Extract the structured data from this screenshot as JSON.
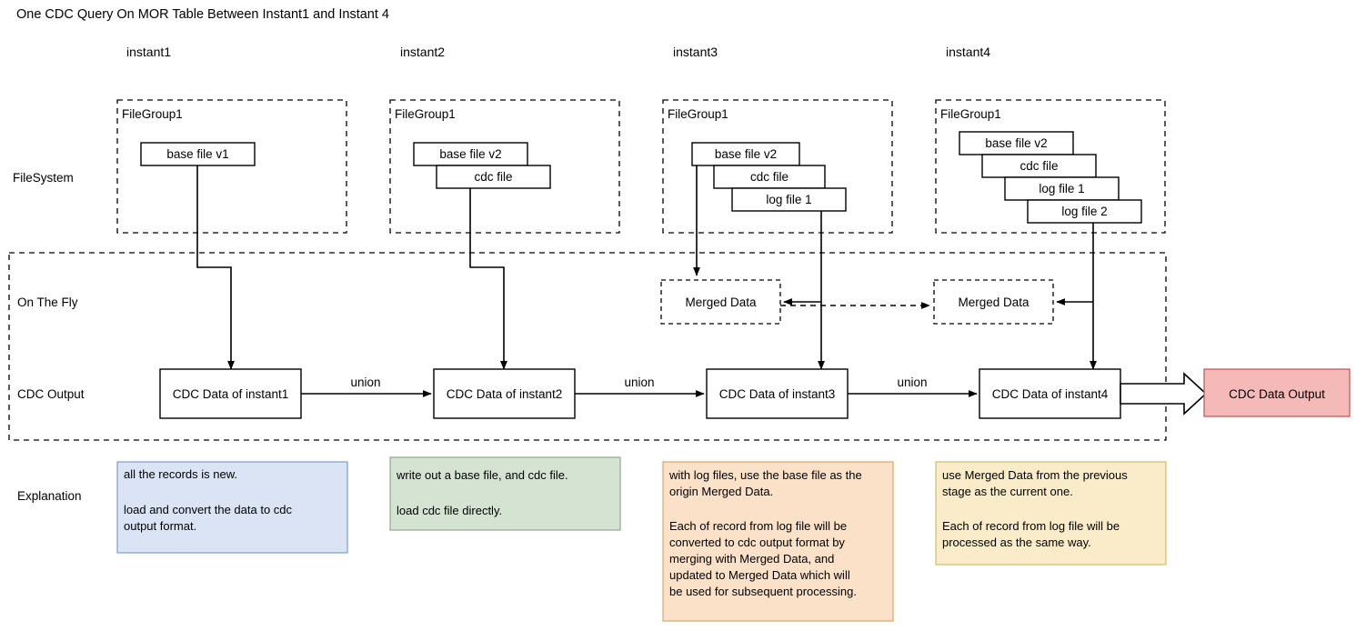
{
  "title": "One CDC Query On MOR Table Between Instant1 and Instant 4",
  "columns": [
    {
      "header": "instant1"
    },
    {
      "header": "instant2"
    },
    {
      "header": "instant3"
    },
    {
      "header": "instant4"
    }
  ],
  "row_labels": {
    "filesystem": "FileSystem",
    "on_the_fly": "On The Fly",
    "cdc_output": "CDC Output",
    "explanation": "Explanation"
  },
  "filesystem": {
    "group_label": "FileGroup1",
    "groups": [
      {
        "label": "FileGroup1",
        "files": [
          "base file v1"
        ]
      },
      {
        "label": "FileGroup1",
        "files": [
          "base file v2",
          "cdc file"
        ]
      },
      {
        "label": "FileGroup1",
        "files": [
          "base file v2",
          "cdc file",
          "log file 1"
        ]
      },
      {
        "label": "FileGroup1",
        "files": [
          "base file v2",
          "cdc file",
          "log file 1",
          "log file 2"
        ]
      }
    ]
  },
  "on_the_fly": {
    "merged_data_3": "Merged Data",
    "merged_data_4": "Merged Data"
  },
  "cdc_output": {
    "nodes": [
      "CDC Data of instant1",
      "CDC Data of instant2",
      "CDC Data of instant3",
      "CDC Data of instant4"
    ],
    "edge_labels": [
      "union",
      "union",
      "union"
    ],
    "final_output": "CDC Data Output",
    "final_output_fill": "#f5b9b8",
    "final_output_stroke": "#b85450"
  },
  "explanations": [
    {
      "lines": [
        "all the records is new.",
        "",
        "load and convert the data to cdc",
        "output format."
      ],
      "fill": "#dae4f5",
      "stroke": "#7f9cc9"
    },
    {
      "lines": [
        "write out a base file, and cdc file.",
        "",
        "load cdc file directly."
      ],
      "fill": "#d5e4d2",
      "stroke": "#8fa88b"
    },
    {
      "lines": [
        "with log files, use the base file as the",
        "origin Merged Data.",
        "",
        "Each of record from log file will be",
        "converted to cdc output format by",
        "merging with Merged Data, and",
        "updated to Merged Data which will",
        "be used for subsequent processing."
      ],
      "fill": "#fae1c8",
      "stroke": "#d6a763"
    },
    {
      "lines": [
        "use Merged Data from the previous",
        "stage as the current one.",
        "",
        "Each of record from log file will be",
        "processed as the same way."
      ],
      "fill": "#faecc8",
      "stroke": "#d6bb63"
    }
  ]
}
